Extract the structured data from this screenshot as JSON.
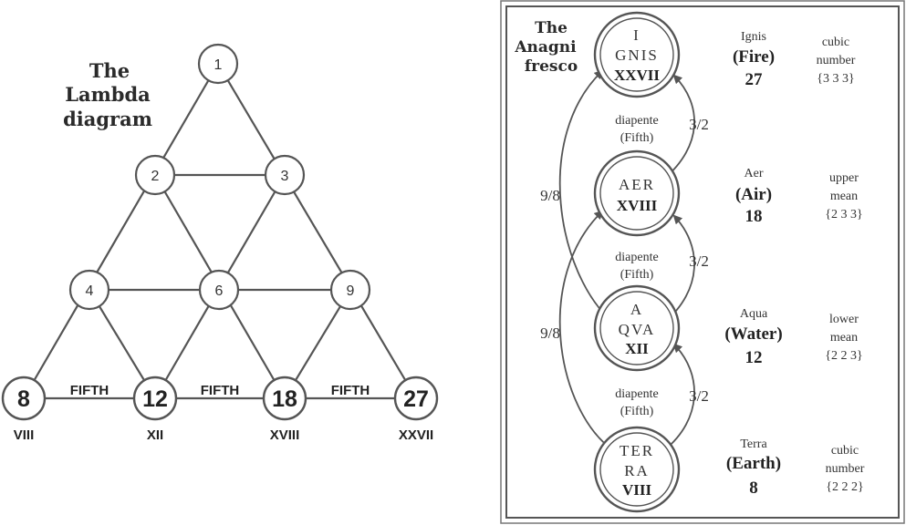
{
  "lambda": {
    "title_line1": "The",
    "title_line2": "Lambda",
    "title_line3": "diagram",
    "nodes": [
      "1",
      "2",
      "3",
      "4",
      "6",
      "9",
      "8",
      "12",
      "18",
      "27"
    ],
    "romans": [
      "VIII",
      "XII",
      "XVIII",
      "XXVII"
    ],
    "fifth_label": "FIFTH"
  },
  "fresco": {
    "title_line1": "The",
    "title_line2": "Anagni",
    "title_line3": "fresco",
    "elements": [
      {
        "circle_lines": [
          "I",
          "GNIS"
        ],
        "numeral": "XXVII",
        "latin": "Ignis",
        "name": "(Fire)",
        "value": "27",
        "desc_lines": [
          "cubic",
          "number",
          "{3 3 3}"
        ]
      },
      {
        "circle_lines": [
          "AER"
        ],
        "numeral": "XVIII",
        "latin": "Aer",
        "name": "(Air)",
        "value": "18",
        "desc_lines": [
          "upper",
          "mean",
          "{2 3 3}"
        ]
      },
      {
        "circle_lines": [
          "A",
          "QVA"
        ],
        "numeral": "XII",
        "latin": "Aqua",
        "name": "(Water)",
        "value": "12",
        "desc_lines": [
          "lower",
          "mean",
          "{2 2 3}"
        ]
      },
      {
        "circle_lines": [
          "TER",
          "RA"
        ],
        "numeral": "VIII",
        "latin": "Terra",
        "name": "(Earth)",
        "value": "8",
        "desc_lines": [
          "cubic",
          "number",
          "{2 2 2}"
        ]
      }
    ],
    "diapente_label": "diapente",
    "fifth_paren": "(Fifth)",
    "ratio_fifth": "3/2",
    "ratio_tone": "9/8"
  }
}
